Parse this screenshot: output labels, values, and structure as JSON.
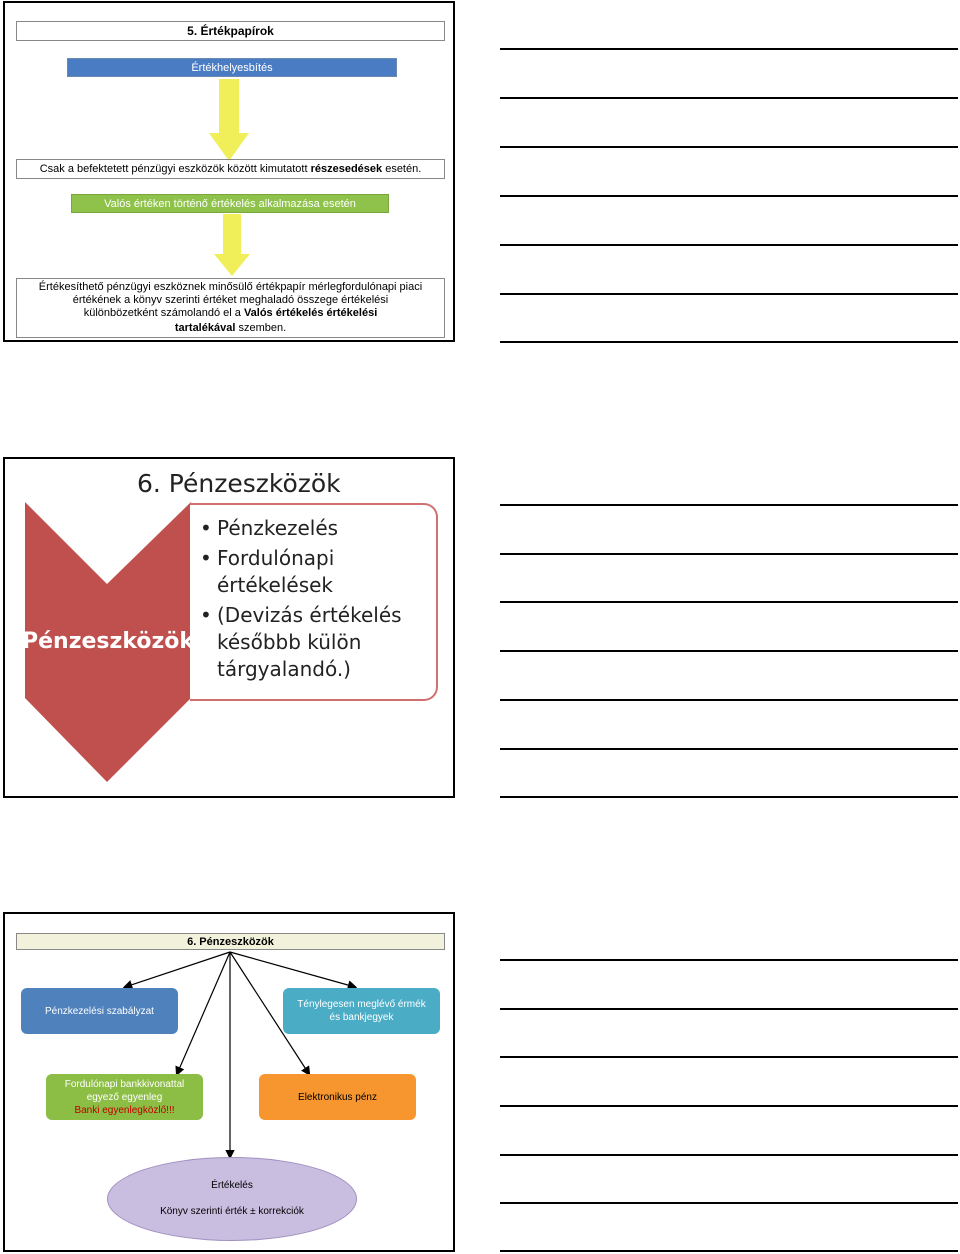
{
  "slide1": {
    "title": "5. Értékpapírok",
    "bar1": "Értékhelyesbítés",
    "note1_pre": "Csak a befektetett pénzügyi eszközök között kimutatott ",
    "note1_bold": "részesedések",
    "note1_post": " esetén.",
    "bar2": "Valós értéken történő értékelés alkalmazása esetén",
    "body_line1": "Értékesíthető pénzügyi eszköznek minősülő értékpapír mérlegfordulónapi piaci",
    "body_line2": "értékének a könyv szerinti értéket meghaladó összege értékelési",
    "body_line3_pre": "különbözetként számolandó el a ",
    "body_line3_bold": "Valós értékelés értékelési",
    "body_line4_bold": "tartalékával",
    "body_line4_post": " szemben.",
    "colors": {
      "bar1": "#4a7cc4",
      "bar2": "#8ec24a",
      "arrow": "#f0ef5a"
    }
  },
  "slide2": {
    "title": "6. Pénzeszközök",
    "chevron_label": "Pénzeszközök",
    "bullets": [
      {
        "lines": [
          "Pénzkezelés"
        ]
      },
      {
        "lines": [
          "Fordulónapi",
          "értékelések"
        ]
      },
      {
        "lines": [
          "(Devizás értékelés",
          "későbbb külön",
          "tárgyalandó.)"
        ]
      }
    ],
    "colors": {
      "chevron": "#c0504d",
      "box_border": "#d07070"
    }
  },
  "slide3": {
    "title": "6. Pénzeszközök",
    "nodes": {
      "policy": "Pénzkezelési szabályzat",
      "cash_line1": "Ténylegesen meglévő érmék",
      "cash_line2": "és bankjegyek",
      "bank_line1": "Fordulónapi bankkivonattal",
      "bank_line2": "egyező egyenleg",
      "bank_line3": "Banki egyenlegközlő!!!",
      "electronic": "Elektronikus pénz",
      "valuation_line1": "Értékelés",
      "valuation_line2": "Könyv szerinti érték ± korrekciók"
    },
    "colors": {
      "policy": "#4f81bd",
      "cash": "#4bacc6",
      "bank": "#8cbd45",
      "electronic": "#f7962e",
      "valuation": "#c9bde0",
      "warning": "#c00000"
    }
  }
}
